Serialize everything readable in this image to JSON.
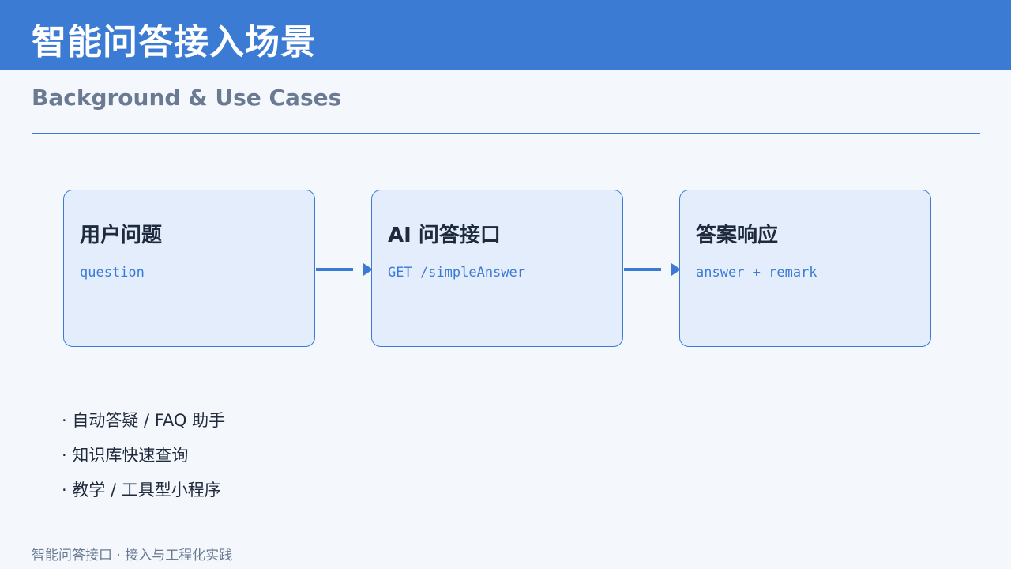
{
  "header": {
    "title": "智能问答接入场景"
  },
  "subtitle": "Background & Use Cases",
  "flow": {
    "boxes": [
      {
        "title": "用户问题",
        "code": "question"
      },
      {
        "title": "AI 问答接口",
        "code": "GET /simpleAnswer"
      },
      {
        "title": "答案响应",
        "code": "answer + remark"
      }
    ]
  },
  "bullets": [
    "· 自动答疑 / FAQ 助手",
    "· 知识库快速查询",
    "· 教学 / 工具型小程序"
  ],
  "footer": "智能问答接口 · 接入与工程化实践",
  "colors": {
    "accent": "#3b7bd4",
    "box_fill": "#e3edfc",
    "background": "#f4f8fd",
    "muted_text": "#6b7a93",
    "body_text": "#1f2a3c"
  }
}
